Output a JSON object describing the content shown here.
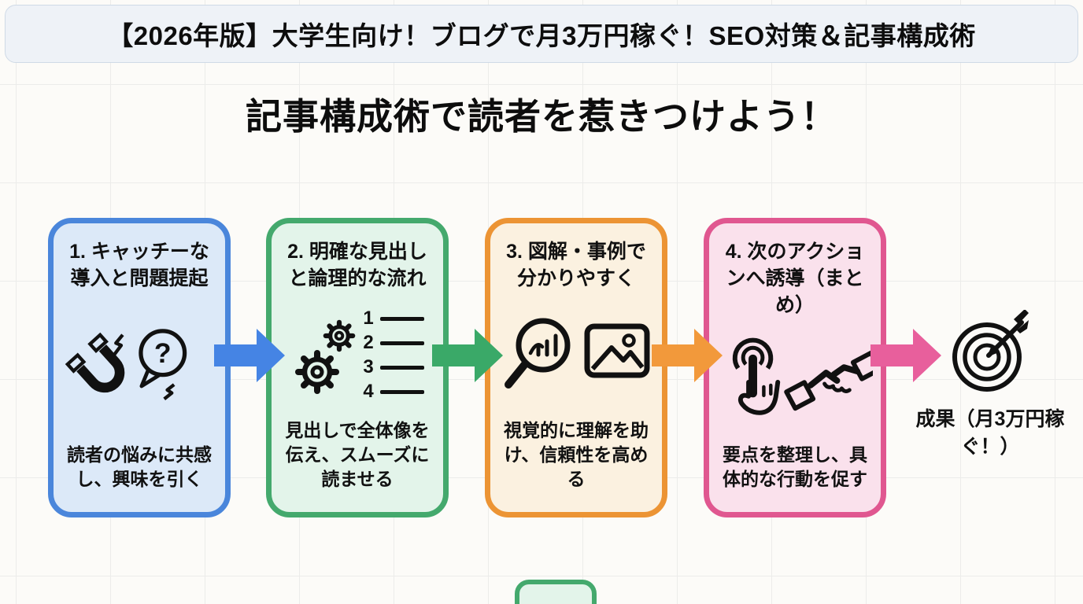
{
  "header": {
    "title": "【2026年版】大学生向け！ブログで月3万円稼ぐ！SEO対策＆記事構成術"
  },
  "main_title": "記事構成術で読者を惹きつけよう！",
  "steps": [
    {
      "title": "1. キャッチーな導入と問題提起",
      "description": "読者の悩みに共感し、興味を引く",
      "icons": [
        "magnet-icon",
        "question-bubble-icon",
        "spark-icon"
      ],
      "bubble_text": "?",
      "border_color": "#4A86DB",
      "bg_color": "#DCE9F8",
      "arrow_color": "#4584E4"
    },
    {
      "title": "2. 明確な見出しと論理的な流れ",
      "description": "見出しで全体像を伝え、スムーズに読ませる",
      "icons": [
        "gears-icon",
        "numbered-list-icon"
      ],
      "list_numbers": [
        "1",
        "2",
        "3",
        "4"
      ],
      "border_color": "#44A96D",
      "bg_color": "#E3F4EA",
      "arrow_color": "#3AA968"
    },
    {
      "title": "3. 図解・事例で分かりやすく",
      "description": "視覚的に理解を助け、信頼性を高める",
      "icons": [
        "magnifier-chart-icon",
        "image-icon"
      ],
      "border_color": "#EC9434",
      "bg_color": "#FBF1E0",
      "arrow_color": "#F2993B"
    },
    {
      "title": "4. 次のアクションへ誘導（まとめ）",
      "description": "要点を整理し、具体的な行動を促す",
      "icons": [
        "tap-icon",
        "handshake-icon"
      ],
      "border_color": "#E05790",
      "bg_color": "#FAE1EC",
      "arrow_color": "#E85F9C"
    }
  ],
  "result": {
    "label": "成果（月3万円稼ぐ！）",
    "icon": "target-icon"
  },
  "colors": {
    "page_bg": "#FCFBF8",
    "grid_line": "#ECECEA",
    "banner_bg": "#EEF2F7",
    "banner_border": "#CFDAE6",
    "text": "#111111"
  }
}
